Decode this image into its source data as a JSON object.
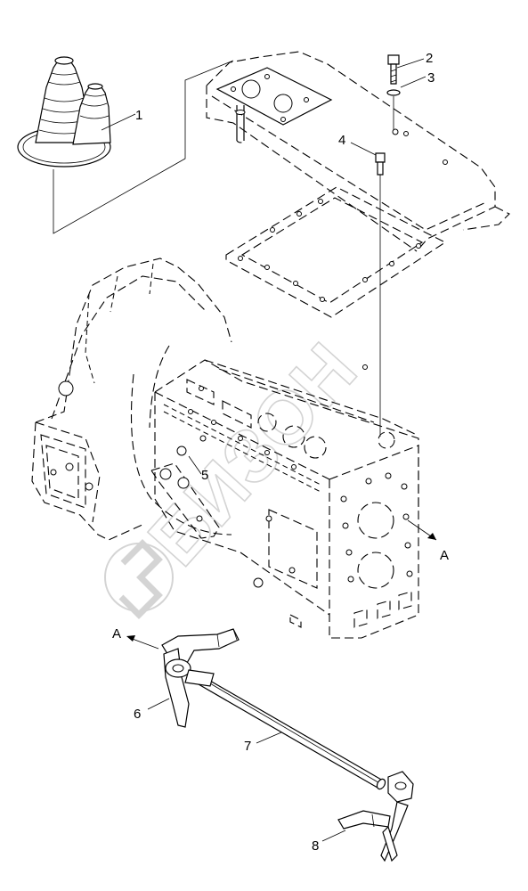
{
  "callouts": {
    "c1": "1",
    "c2": "2",
    "c3": "3",
    "c4": "4",
    "c5": "5",
    "c6": "6",
    "c7": "7",
    "c8": "8"
  },
  "view_markers": {
    "right": "A",
    "left": "A"
  },
  "watermark": {
    "text": "БИЗОН"
  }
}
